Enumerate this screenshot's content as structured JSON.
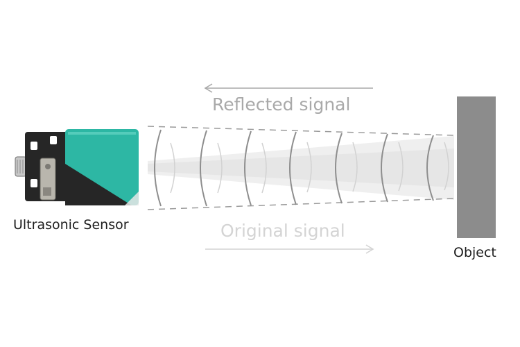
{
  "labels": {
    "reflected_signal": "Reflected signal",
    "original_signal": "Original signal",
    "sensor": "Ultrasonic Sensor",
    "object": "Object"
  },
  "colors": {
    "sensor_face": "#2db7a4",
    "sensor_dark": "#262626",
    "object": "#8c8c8c",
    "wave": "#8e8e8e",
    "beam": "#ededed",
    "arrow_reflected": "#a9a9a9",
    "arrow_original": "#d4d4d4"
  },
  "arrows": {
    "reflected_direction": "left",
    "original_direction": "right"
  },
  "beam": {
    "wavefront_count": 7
  }
}
